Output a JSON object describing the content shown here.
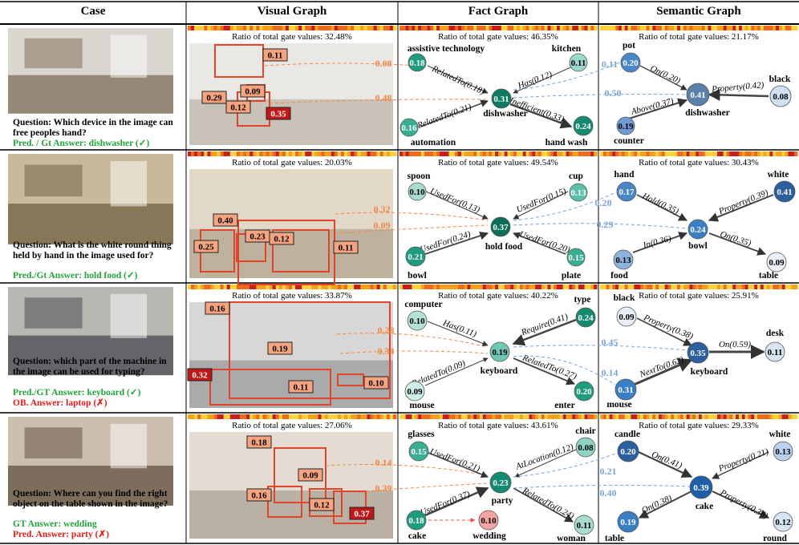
{
  "headers": [
    "Case",
    "Visual Graph",
    "Fact Graph",
    "Semantic Graph"
  ],
  "rows": [
    {
      "question": "Question: Which device in the image can free peoples hand?",
      "answers": [
        {
          "text": "Pred. / Gt Answer: dishwasher (✓)",
          "color": "green"
        }
      ],
      "visual": {
        "ratio": "Ratio of total gate values: 32.48%",
        "boxes": [
          "0.11",
          "0.29",
          "0.12",
          "0.09",
          "0.35"
        ],
        "edges": [
          "0.08",
          "0.48"
        ],
        "photo_colors": [
          "#8a7a66",
          "#d9d5cf"
        ]
      },
      "fact": {
        "ratio": "Ratio of total gate values: 46.35%",
        "nodes": [
          {
            "label": "assistive technology",
            "value": "0.18",
            "color": "#1f9c7f"
          },
          {
            "label": "kitchen",
            "value": "0.11",
            "color": "#9dd8cc"
          },
          {
            "label": "dishwasher",
            "value": "0.31",
            "color": "#0d7a62"
          },
          {
            "label": "automation",
            "value": "0.16",
            "color": "#3aae93"
          },
          {
            "label": "hand wash",
            "value": "0.24",
            "color": "#168a70"
          }
        ],
        "edges": [
          "RelatedTo(0.18)",
          "Has(0.12)",
          "RelatedTo(0.21)",
          "Inefficient(0.33)"
        ]
      },
      "semantic": {
        "ratio": "Ratio of total gate values: 21.17%",
        "nodes": [
          {
            "label": "pot",
            "value": "0.20",
            "color": "#4b86c7"
          },
          {
            "label": "black",
            "value": "0.08",
            "color": "#cfe0f1"
          },
          {
            "label": "dishwasher",
            "value": "0.41",
            "color": "#5a7fa9"
          },
          {
            "label": "counter",
            "value": "0.19",
            "color": "#6f9ad4"
          }
        ],
        "edges": [
          "On(0.20)",
          "Property(0.42)",
          "Above(0.37)"
        ],
        "links": [
          "0.11",
          "0.50"
        ]
      }
    },
    {
      "question": "Question: What is the white round thing held by hand in the image used for?",
      "answers": [
        {
          "text": "Pred./Gt Answer: hold food (✓)",
          "color": "green"
        }
      ],
      "visual": {
        "ratio": "Ratio of total gate values: 20.03%",
        "boxes": [
          "0.40",
          "0.25",
          "0.23",
          "0.12",
          "0.11"
        ],
        "edges": [
          "0.32",
          "0.09"
        ],
        "photo_colors": [
          "#7d6a4d",
          "#c9b89a"
        ]
      },
      "fact": {
        "ratio": "Ratio of total gate values: 49.54%",
        "nodes": [
          {
            "label": "spoon",
            "value": "0.10",
            "color": "#a8dccf"
          },
          {
            "label": "cup",
            "value": "0.13",
            "color": "#5cbfa8"
          },
          {
            "label": "hold food",
            "value": "0.37",
            "color": "#0b6f58"
          },
          {
            "label": "bowl",
            "value": "0.21",
            "color": "#1f9c7f"
          },
          {
            "label": "plate",
            "value": "0.15",
            "color": "#3aae93"
          }
        ],
        "edges": [
          "UsedFor(0.13)",
          "UsedFor(0.15)",
          "UsedFor(0.24)",
          "UsedFor(0.20)"
        ]
      },
      "semantic": {
        "ratio": "Ratio of total gate values: 30.43%",
        "nodes": [
          {
            "label": "hand",
            "value": "0.17",
            "color": "#4b86c7"
          },
          {
            "label": "white",
            "value": "0.41",
            "color": "#2c5f9e"
          },
          {
            "label": "bowl",
            "value": "0.24",
            "color": "#3a7fc4"
          },
          {
            "label": "food",
            "value": "0.13",
            "color": "#8fb3de"
          },
          {
            "label": "table",
            "value": "0.09",
            "color": "#e9f0f8"
          }
        ],
        "edges": [
          "Hold(0.35)",
          "Property(0.39)",
          "In(0.36)",
          "On(0.35)"
        ],
        "links": [
          "0.20",
          "0.29"
        ]
      }
    },
    {
      "question": "Question: which part of the machine in the image can be used for typing?",
      "answers": [
        {
          "text": "Pred./GT Answer: keyboard (✓)",
          "color": "green"
        },
        {
          "text": "OB. Answer: laptop (✗)",
          "color": "red"
        }
      ],
      "visual": {
        "ratio": "Ratio of total gate values: 33.87%",
        "boxes": [
          "0.16",
          "0.19",
          "0.32",
          "0.11",
          "0.10"
        ],
        "edges": [
          "0.28",
          "0.34"
        ],
        "photo_colors": [
          "#55575c",
          "#b9b7b2"
        ]
      },
      "fact": {
        "ratio": "Ratio of total gate values: 40.22%",
        "nodes": [
          {
            "label": "computer",
            "value": "0.10",
            "color": "#b5e2d7"
          },
          {
            "label": "type",
            "value": "0.24",
            "color": "#168a70"
          },
          {
            "label": "keyboard",
            "value": "0.19",
            "color": "#6fc8b3"
          },
          {
            "label": "mouse",
            "value": "0.09",
            "color": "#cdeee6"
          },
          {
            "label": "enter",
            "value": "0.20",
            "color": "#1f9c7f"
          }
        ],
        "edges": [
          "Has(0.11)",
          "Require(0.41)",
          "RelatedTo(0.09)",
          "RelatedTo(0.27)"
        ]
      },
      "semantic": {
        "ratio": "Ratio of total gate values: 25.91%",
        "nodes": [
          {
            "label": "black",
            "value": "0.09",
            "color": "#e9f0f8"
          },
          {
            "label": "desk",
            "value": "0.11",
            "color": "#d6e4f3"
          },
          {
            "label": "keyboard",
            "value": "0.35",
            "color": "#2c5f9e"
          },
          {
            "label": "mouse",
            "value": "0.31",
            "color": "#3a7fc4"
          }
        ],
        "edges": [
          "Property(0.38)",
          "On(0.59)",
          "NextTo(0.62)"
        ],
        "links": [
          "0.45",
          "0.14"
        ]
      }
    },
    {
      "question": "Question: Where can you find the right object on the table shown in the image?",
      "answers": [
        {
          "text": "GT Answer: wedding",
          "color": "green"
        },
        {
          "text": "Pred. Answer: party (✗)",
          "color": "red"
        }
      ],
      "visual": {
        "ratio": "Ratio of total gate values: 27.06%",
        "boxes": [
          "0.18",
          "0.09",
          "0.16",
          "0.12",
          "0.37"
        ],
        "edges": [
          "0.14",
          "0.39"
        ],
        "photo_colors": [
          "#6e5e4e",
          "#cdbfae"
        ]
      },
      "fact": {
        "ratio": "Ratio of total gate values: 43.61%",
        "nodes": [
          {
            "label": "glasses",
            "value": "0.15",
            "color": "#3aae93"
          },
          {
            "label": "chair",
            "value": "0.08",
            "color": "#8fd4c3"
          },
          {
            "label": "party",
            "value": "0.23",
            "color": "#168a70"
          },
          {
            "label": "cake",
            "value": "0.18",
            "color": "#1f9c7f"
          },
          {
            "label": "wedding",
            "value": "0.10",
            "color": "#f5a3a3"
          },
          {
            "label": "woman",
            "value": "0.11",
            "color": "#a8dccf"
          }
        ],
        "edges": [
          "UsedFor(0.21)",
          "AtLocation(0.12)",
          "UsedFor(0.37)",
          "RelatedTo(0.24)"
        ]
      },
      "semantic": {
        "ratio": "Ratio of total gate values: 29.33%",
        "nodes": [
          {
            "label": "candle",
            "value": "0.20",
            "color": "#2c5f9e"
          },
          {
            "label": "white",
            "value": "0.13",
            "color": "#b9d1ec"
          },
          {
            "label": "cake",
            "value": "0.39",
            "color": "#1f5fa8"
          },
          {
            "label": "table",
            "value": "0.19",
            "color": "#3a7fc4"
          },
          {
            "label": "round",
            "value": "0.12",
            "color": "#d6e4f3"
          }
        ],
        "edges": [
          "On(0.41)",
          "Property(0.21)",
          "On(0.38)",
          "Property(0.38)"
        ],
        "links": [
          "0.21",
          "0.40"
        ]
      }
    }
  ]
}
